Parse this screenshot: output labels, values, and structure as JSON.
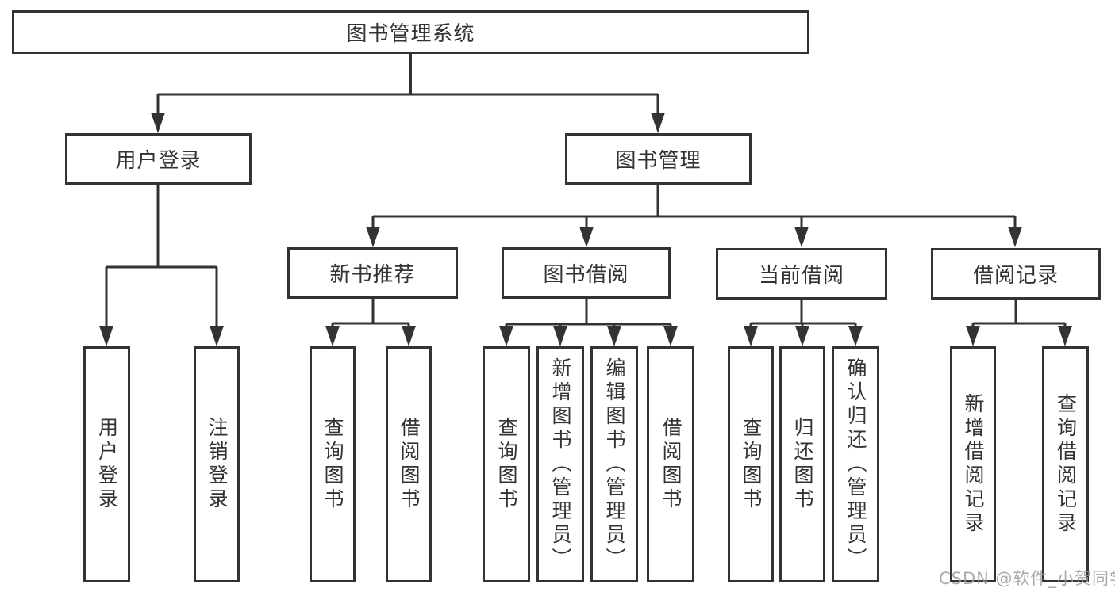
{
  "root": {
    "label": "图书管理系统"
  },
  "level2": [
    {
      "label": "用户登录"
    },
    {
      "label": "图书管理"
    }
  ],
  "level3": [
    {
      "label": "新书推荐"
    },
    {
      "label": "图书借阅"
    },
    {
      "label": "当前借阅"
    },
    {
      "label": "借阅记录"
    }
  ],
  "leaves": [
    {
      "label": "用户登录"
    },
    {
      "label": "注销登录"
    },
    {
      "label": "查询图书"
    },
    {
      "label": "借阅图书"
    },
    {
      "label": "查询图书"
    },
    {
      "label": "新增图书（管理员）"
    },
    {
      "label": "编辑图书（管理员）"
    },
    {
      "label": "借阅图书"
    },
    {
      "label": "查询图书"
    },
    {
      "label": "归还图书"
    },
    {
      "label": "确认归还（管理员）"
    },
    {
      "label": "新增借阅记录"
    },
    {
      "label": "查询借阅记录"
    }
  ],
  "watermark": {
    "text": "CSDN @软件_小贺同学"
  },
  "colors": {
    "line": "#333333",
    "box_border": "#333333",
    "text": "#333333",
    "watermark": "#9b9b9b",
    "background": "#ffffff"
  }
}
